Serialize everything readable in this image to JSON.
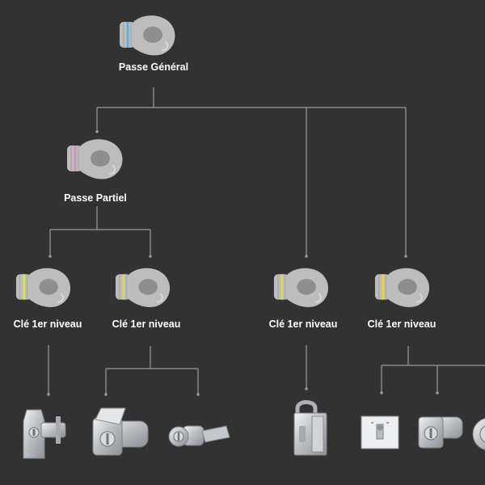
{
  "colors": {
    "background": "#333232",
    "connector": "#9a9a9a",
    "key_body": "#bdbdbd",
    "key_hole": "#8e8e8e",
    "master_ring": "#5fb0e0",
    "partial_ring": "#d88ec2",
    "level_ring": "#d6e25a",
    "level_ring_2": "#e6d63a",
    "lock_metal": "#c9ccd0"
  },
  "nodes": {
    "master": {
      "label": "Passe Général",
      "icon": "key-icon"
    },
    "partial": {
      "label": "Passe Partiel",
      "icon": "key-icon"
    },
    "level_keys": [
      {
        "label": "Clé 1er niveau",
        "icon": "key-icon",
        "ring": "level_ring"
      },
      {
        "label": "Clé 1er niveau",
        "icon": "key-icon",
        "ring": "level_ring_2"
      },
      {
        "label": "Clé 1er niveau",
        "icon": "key-icon",
        "ring": "level_ring_2"
      },
      {
        "label": "Clé 1er niveau",
        "icon": "key-icon",
        "ring": "level_ring_2"
      }
    ]
  },
  "locks": [
    {
      "name": "cam-latch-lock",
      "icon": "cam-latch-lock-icon"
    },
    {
      "name": "flap-cylinder-lock",
      "icon": "flap-cylinder-lock-icon"
    },
    {
      "name": "cam-lock",
      "icon": "cam-lock-icon"
    },
    {
      "name": "padlock",
      "icon": "padlock-icon"
    },
    {
      "name": "key-switch",
      "icon": "key-switch-icon"
    },
    {
      "name": "square-cylinder-lock",
      "icon": "square-cylinder-lock-icon"
    },
    {
      "name": "round-lock",
      "icon": "round-lock-icon"
    }
  ]
}
